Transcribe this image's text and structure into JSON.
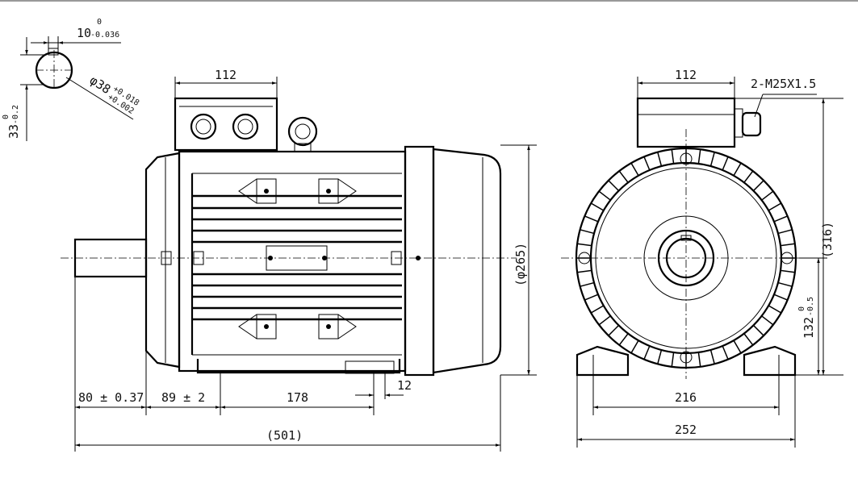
{
  "key_section": {
    "key_width": "10",
    "key_width_upper": "0",
    "key_width_lower": "-0.036",
    "key_depth": "33",
    "key_depth_upper": "0",
    "key_depth_lower": "-0.2",
    "shaft_dia": "φ38",
    "shaft_dia_upper": "+0.018",
    "shaft_dia_lower": "+0.002"
  },
  "side_view": {
    "terminal_box_width": "112",
    "fan_cover_dia": "(φ265)",
    "shaft_length": "80 ± 0.37",
    "shoulder_to_foot": "89 ± 2",
    "foot_spacing": "178",
    "foot_hole": "12",
    "overall_length": "(501)"
  },
  "front_view": {
    "terminal_box_width": "112",
    "cable_gland": "2-M25X1.5",
    "overall_height": "(316)",
    "shaft_height": "132",
    "shaft_height_upper": "0",
    "shaft_height_lower": "-0.5",
    "foot_hole_spacing": "216",
    "foot_width": "252"
  }
}
